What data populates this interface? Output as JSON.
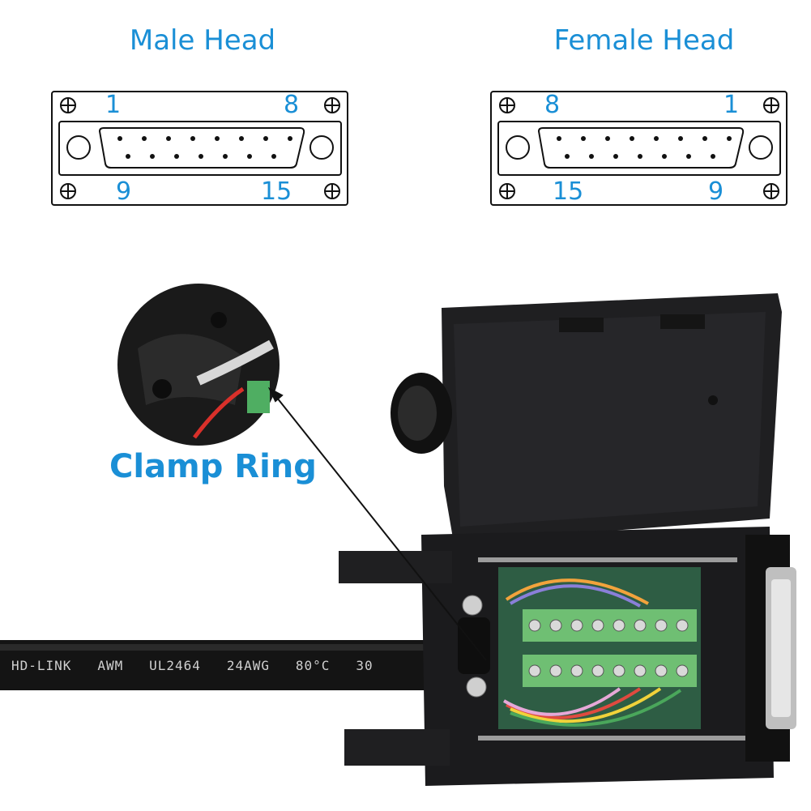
{
  "diagrams": {
    "male": {
      "title": "Male Head",
      "top_left": "1",
      "top_right": "8",
      "bottom_left": "9",
      "bottom_right": "15"
    },
    "female": {
      "title": "Female Head",
      "top_left": "8",
      "top_right": "1",
      "bottom_left": "15",
      "bottom_right": "9"
    }
  },
  "photo": {
    "callout": "Clamp Ring",
    "cable_print": "HD-LINK   AWM   UL2464   24AWG   80°C   30"
  },
  "colors": {
    "accent": "#1a8fd6",
    "housing": "#1c1c1e",
    "terminal": "#6fbf73"
  }
}
